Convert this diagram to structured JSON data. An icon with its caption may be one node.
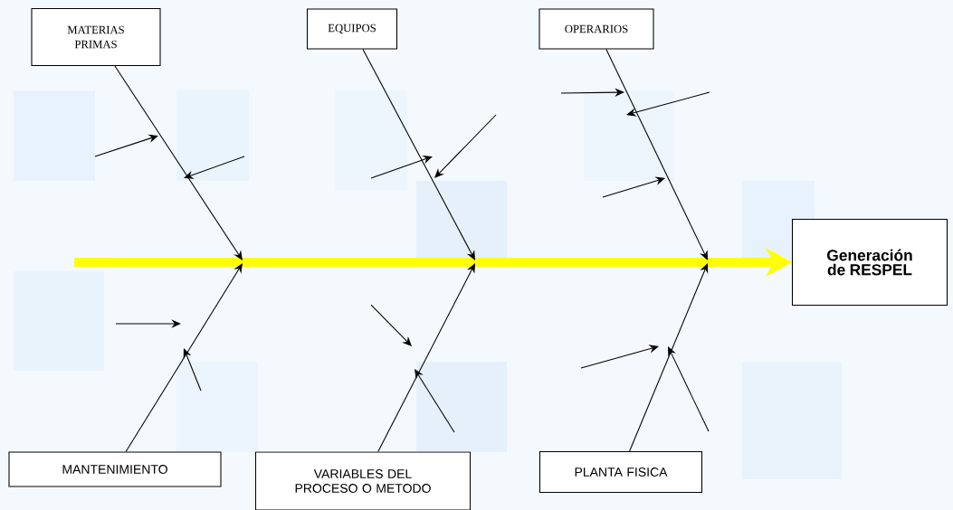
{
  "diagram": {
    "nodes": [
      {
        "text": [
          "MATERIAS PRIMAS"
        ]
      },
      {
        "text": [
          "EQUIPOS"
        ]
      },
      {
        "text": [
          "OPERARIOS"
        ]
      },
      {
        "text": [
          "Generación de RESPEL"
        ]
      },
      {
        "text": [
          "MANTENIMIENTO"
        ]
      },
      {
        "text": [
          "VARIABLES DEL PROCESO O METODO"
        ]
      },
      {
        "text": [
          "PLANTA FISICA"
        ]
      }
    ],
    "edges": [
      {
        "from": null,
        "to": 3,
        "arrow": "to",
        "style": "thick",
        "color": "#ffff00"
      },
      {
        "from": 0,
        "to": null,
        "arrow": "to"
      },
      {
        "from": 1,
        "to": null,
        "arrow": "to"
      },
      {
        "from": 2,
        "to": null,
        "arrow": "to"
      },
      {
        "from": 4,
        "to": null,
        "arrow": "to"
      },
      {
        "from": 5,
        "to": null,
        "arrow": "to"
      },
      {
        "from": 6,
        "to": null,
        "arrow": "to"
      }
    ]
  }
}
